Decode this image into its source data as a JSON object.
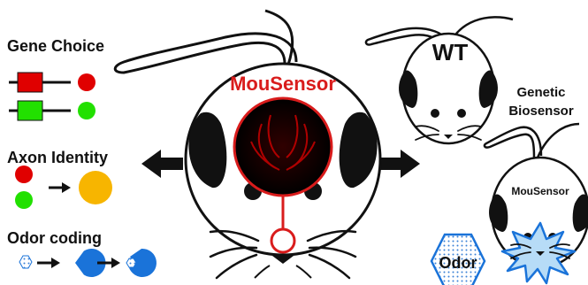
{
  "left_panel": {
    "gene_choice": "Gene Choice",
    "axon_identity": "Axon Identity",
    "odor_coding": "Odor coding"
  },
  "center": {
    "title": "MouSensor"
  },
  "right_panel": {
    "wt_label": "WT",
    "biosensor_label_line1": "Genetic",
    "biosensor_label_line2": "Biosensor",
    "small_mouse_label": "MouSensor",
    "odor_label": "Odor"
  },
  "colors": {
    "red": "#e00000",
    "green": "#22e000",
    "orange": "#f7b500",
    "blue": "#1a73d9",
    "light_blue": "#b7dcf7",
    "black": "#111111"
  }
}
